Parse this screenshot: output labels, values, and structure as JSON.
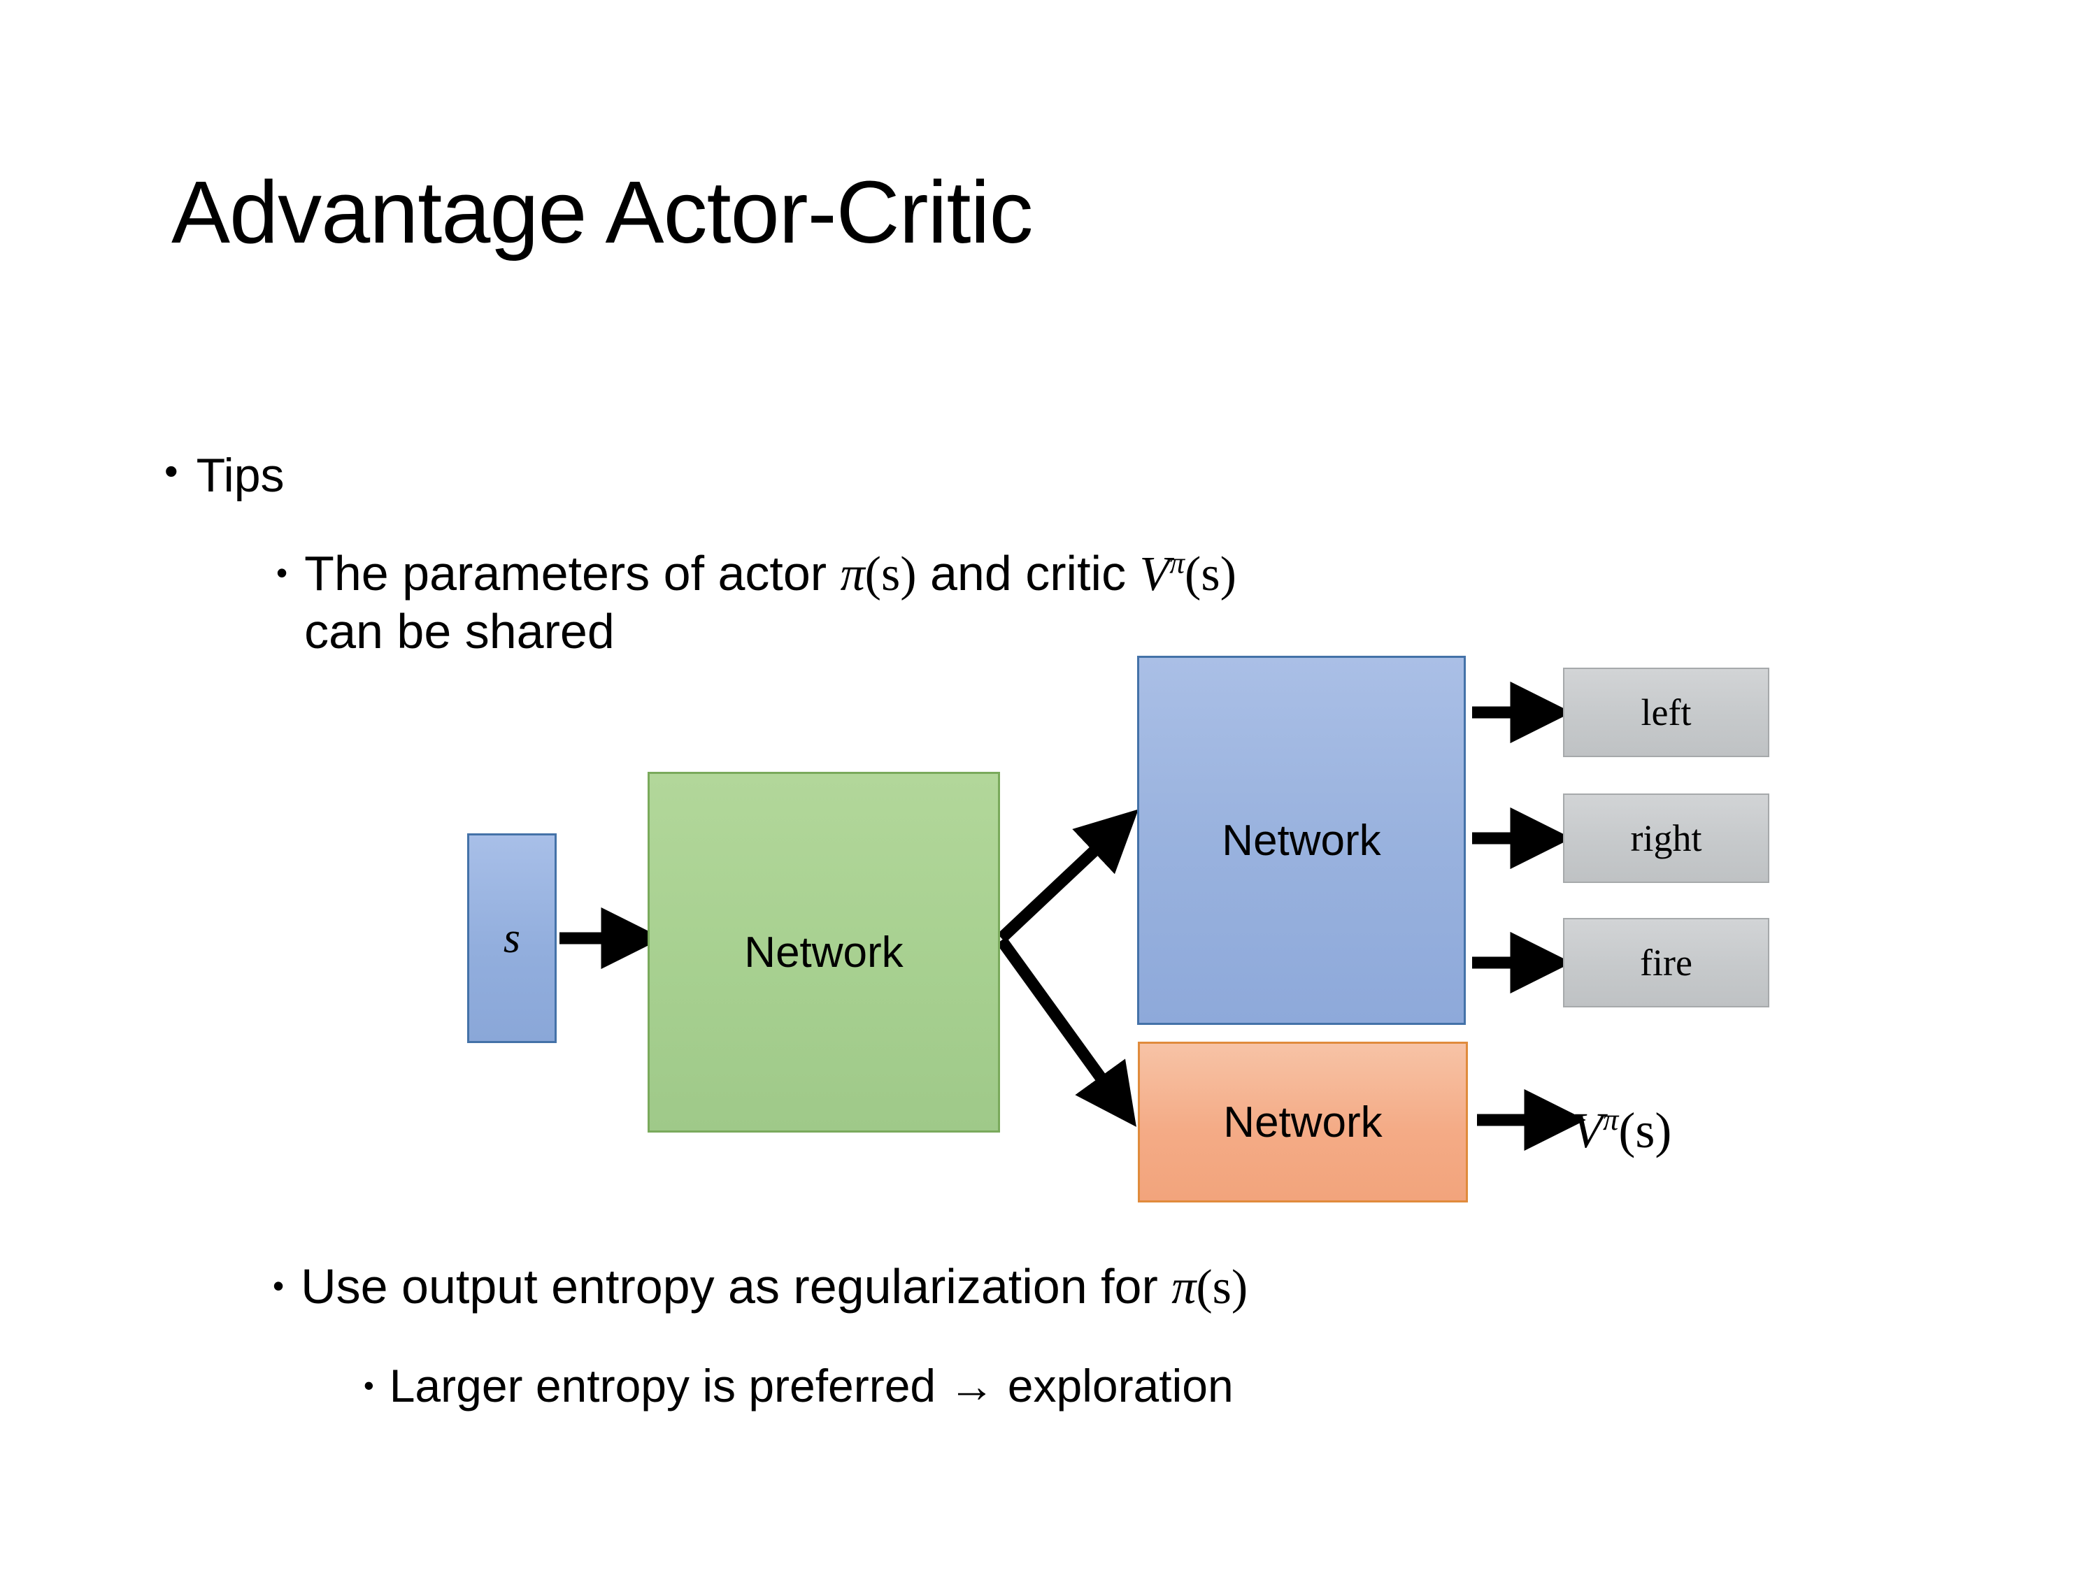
{
  "slide": {
    "title": "Advantage Actor-Critic"
  },
  "bullets": {
    "tips": {
      "marker": "•",
      "label": "Tips"
    },
    "parameters": {
      "marker": "•",
      "text_before_pi": "The parameters of actor ",
      "pi_symbol": "π",
      "pi_arg": "(s)",
      "text_between": " and critic ",
      "v_symbol": "V",
      "v_superscript": "π",
      "v_arg": "(s)",
      "line2": "can be shared"
    },
    "entropy": {
      "marker": "•",
      "text": "Use output entropy as regularization for ",
      "pi_symbol": "π",
      "pi_arg": "(s)"
    },
    "larger": {
      "marker": "•",
      "text": "Larger entropy is preferred → exploration"
    }
  },
  "diagram": {
    "state_node": {
      "label": "s",
      "fill": "#92aedd",
      "border": "#4472a8"
    },
    "shared_network": {
      "label": "Network",
      "fill": "#a7d090",
      "border": "#7aaa5c"
    },
    "actor_network": {
      "label": "Network",
      "fill": "#99b2de",
      "border": "#4472a8"
    },
    "critic_network": {
      "label": "Network",
      "fill": "#f4ab86",
      "border": "#e08b3c"
    },
    "actions": [
      {
        "label": "left",
        "fill": "#c6c9cb",
        "border": "#a6a9ab"
      },
      {
        "label": "right",
        "fill": "#c6c9cb",
        "border": "#a6a9ab"
      },
      {
        "label": "fire",
        "fill": "#c6c9cb",
        "border": "#a6a9ab"
      }
    ],
    "critic_output": {
      "v_symbol": "V",
      "v_superscript": "π",
      "v_arg": "(s)"
    },
    "arrow_color": "#000000"
  }
}
